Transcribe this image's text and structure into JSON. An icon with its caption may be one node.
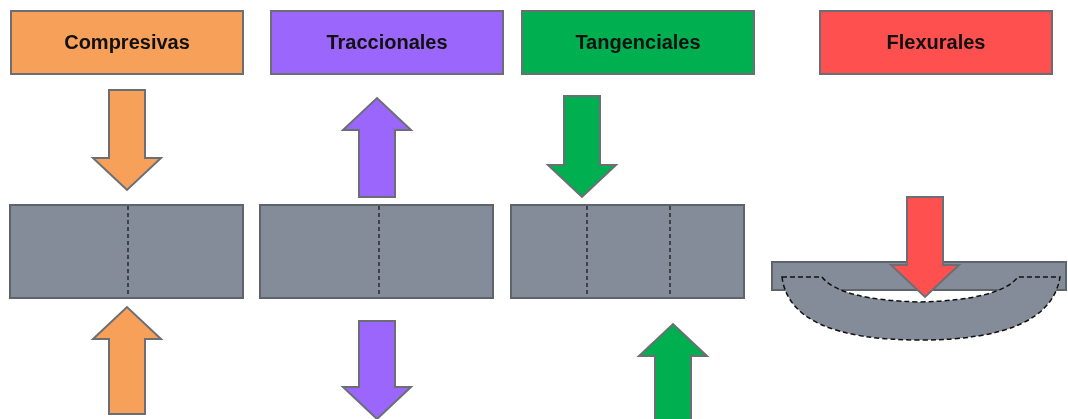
{
  "diagram": {
    "nodes": [
      {
        "text": [
          "Compresivas"
        ]
      },
      {
        "text": [
          "Traccionales"
        ]
      },
      {
        "text": [
          "Tangenciales"
        ]
      },
      {
        "text": [
          "Flexurales"
        ]
      }
    ]
  }
}
